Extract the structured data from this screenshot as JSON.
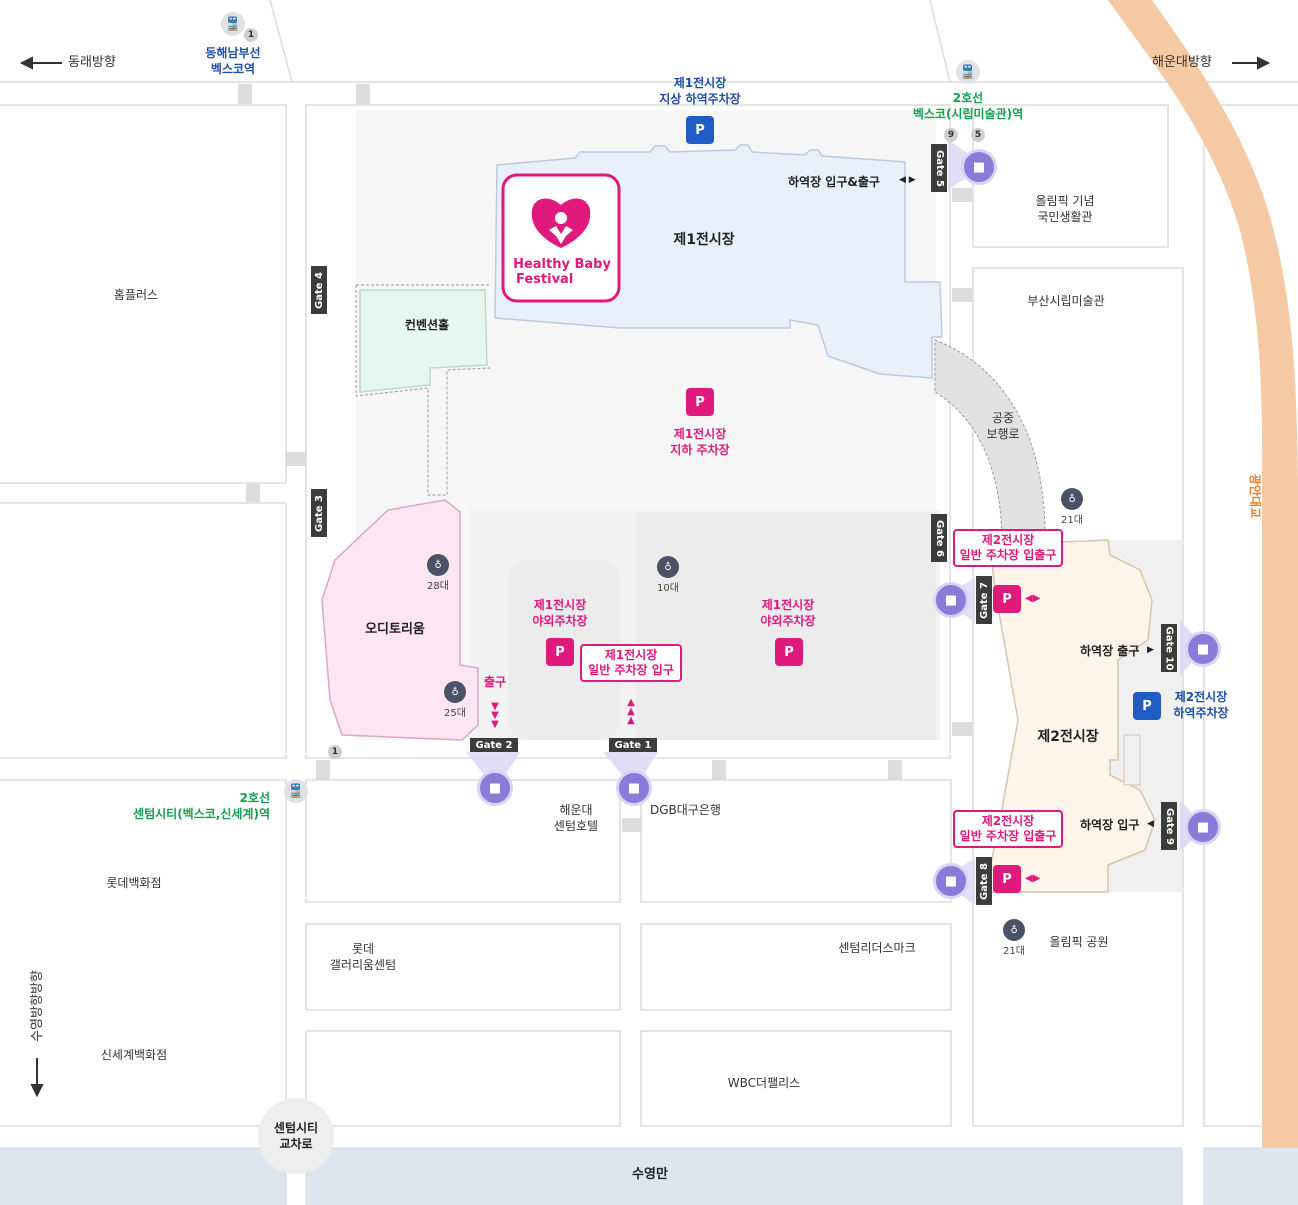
{
  "directions": {
    "west": "동래방향",
    "east": "해운대방향",
    "south": "수영방향방향"
  },
  "stations": {
    "dongbu": {
      "line1": "동해남부선",
      "line2": "벡스코역",
      "exit_number": "1"
    },
    "bexco": {
      "line1": "2호선",
      "line2": "벡스코(시립미술관)역",
      "exits": [
        "9",
        "5"
      ]
    },
    "centum": {
      "line1": "2호선",
      "line2": "센텀시티(벡스코,신세계)역",
      "exit_number": "1"
    }
  },
  "hall1": {
    "name": "제1전시장",
    "top_parking": {
      "line1": "제1전시장",
      "line2": "지상 하역주차장",
      "p": "P"
    },
    "underground_parking": {
      "line1": "제1전시장",
      "line2": "지하 주차장",
      "p": "P"
    },
    "outdoor_parking_left": {
      "line1": "제1전시장",
      "line2": "야외주차장",
      "p": "P"
    },
    "outdoor_parking_right": {
      "line1": "제1전시장",
      "line2": "야외주차장",
      "p": "P"
    },
    "general_entrance": {
      "line1": "제1전시장",
      "line2": "일반 주차장 입구"
    },
    "loading_entrance_exit": "하역장 입구&출구"
  },
  "festival": {
    "line1": "Healthy Baby",
    "line2": "Festival"
  },
  "convention_hall": "컨벤션홀",
  "auditorium": "오디토리움",
  "exit_label": "출구",
  "skywalk": {
    "line1": "공중",
    "line2": "보행로"
  },
  "hall2": {
    "name": "제2전시장",
    "loading_exit": "하역장 출구",
    "loading_entrance": "하역장 입구",
    "parking_top": {
      "line1": "제2전시장",
      "line2": "일반 주차장 입출구",
      "p": "P"
    },
    "parking_bottom": {
      "line1": "제2전시장",
      "line2": "일반 주차장 입출구",
      "p": "P"
    },
    "loading_parking": {
      "line1": "제2전시장",
      "line2": "하역주차장",
      "p": "P"
    }
  },
  "gates": [
    "Gate 1",
    "Gate 2",
    "Gate 3",
    "Gate 4",
    "Gate 5",
    "Gate 6",
    "Gate 7",
    "Gate 8",
    "Gate 9",
    "Gate 10"
  ],
  "bike_stations": [
    "28대",
    "25대",
    "10대",
    "21대",
    "21대"
  ],
  "landmarks": {
    "homeplus": "홈플러스",
    "olympic_hall": {
      "line1": "올림픽 기념",
      "line2": "국민생활관"
    },
    "art_museum": "부산시립미술관",
    "gwangan_bridge": "광안대교",
    "centum_hotel": {
      "line1": "해운대",
      "line2": "센텀호텔"
    },
    "dgb": "DGB대구은행",
    "lotte_dept": "롯데백화점",
    "lotte_gallerium": {
      "line1": "롯데",
      "line2": "갤러리움센텀"
    },
    "centum_leaders": "센텀리더스마크",
    "olympic_park": "올림픽 공원",
    "shinsegae": "신세계백화점",
    "wbc": "WBC더팰리스",
    "centum_crossroad": {
      "line1": "센텀시티",
      "line2": "교차로"
    },
    "suyeong_bay": "수영만"
  },
  "colors": {
    "festival_pink": "#e0197d",
    "hall1_fill": "#e8f1fb",
    "hall2_fill": "#fdf5ea",
    "auditorium_fill": "#fbe6f2",
    "convention_fill": "#e6f6f1",
    "road_orange": "#f5c9a3",
    "water": "#dde6ef"
  }
}
